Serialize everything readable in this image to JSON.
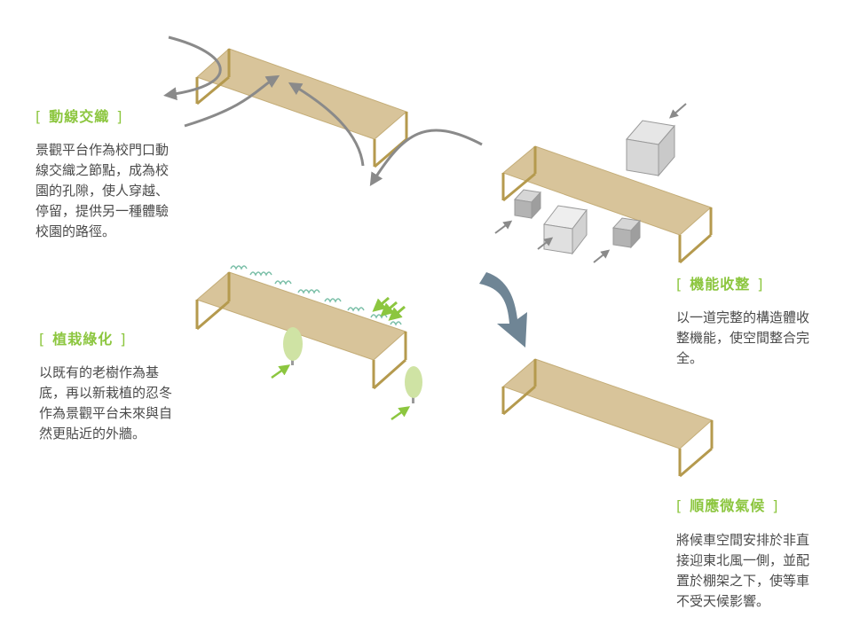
{
  "sections": {
    "circulation": {
      "title": "動線交織",
      "body": "景觀平台作為校門口動線交織之節點，成為校園的孔隙，使人穿越、停留，提供另一種體驗校園的路徑。"
    },
    "function": {
      "title": "機能收整",
      "body": "以一道完整的構造體收整機能，使空間整合完全。"
    },
    "greening": {
      "title": "植栽綠化",
      "body": "以既有的老樹作為基底，再以新栽植的忍冬作為景觀平台未來與自然更貼近的外牆。"
    },
    "climate": {
      "title": "順應微氣候",
      "body": "將候車空間安排於非直接迎東北風一側，並配置於棚架之下，使等車不受天候影響。"
    }
  },
  "colors": {
    "accent_green": "#8cc63f",
    "platform_fill": "#d8c49a",
    "frame": "#b59a4e",
    "arrow_gray": "#8a8a8a",
    "big_arrow": "#6f8595",
    "cube": "#cfcfcf",
    "tree": "#cfe3a4"
  }
}
